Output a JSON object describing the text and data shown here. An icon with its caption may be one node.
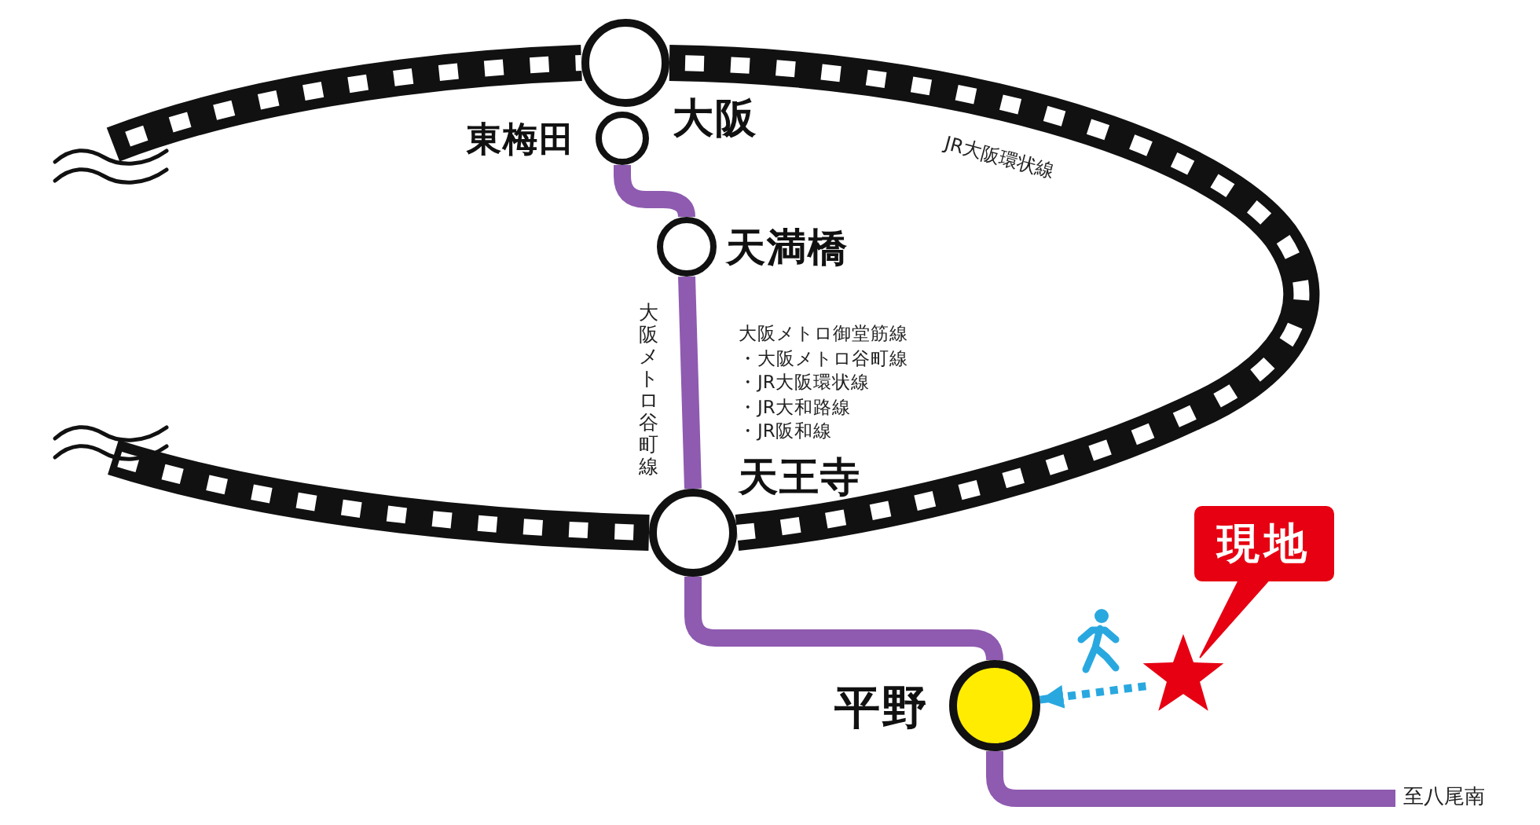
{
  "diagram": {
    "nodes": [
      {
        "text": [
          "大阪"
        ]
      },
      {
        "text": [
          "東梅田"
        ]
      },
      {
        "text": [
          "天満橋"
        ]
      },
      {
        "text": [
          "天王寺"
        ],
        "beside": [
          "大阪メトロ御堂筋線",
          "・大阪メトロ谷町線",
          "・JR大阪環状線",
          "・JR大和路線",
          "・JR阪和線"
        ]
      },
      {
        "text": [
          "平野"
        ]
      },
      {
        "text": [
          "現地"
        ]
      },
      {
        "text": [],
        "shape": "star"
      }
    ],
    "edges": [
      {
        "from": null,
        "to": 0,
        "arrow": "none",
        "style": "thick",
        "color": "#111111"
      },
      {
        "from": 0,
        "to": 3,
        "arrow": "none",
        "label": "JR大阪環状線",
        "style": "thick",
        "color": "#111111"
      },
      {
        "from": 3,
        "to": null,
        "arrow": "none",
        "style": "thick",
        "color": "#111111"
      },
      {
        "from": 1,
        "to": 2,
        "arrow": "none"
      },
      {
        "from": 2,
        "to": 3,
        "arrow": "none",
        "label": "大阪メトロ谷町線"
      },
      {
        "from": 3,
        "to": 4,
        "arrow": "none"
      },
      {
        "from": 4,
        "to": null,
        "arrow": "none",
        "label": "至八尾南"
      },
      {
        "from": 6,
        "to": 4,
        "arrow": "to",
        "style": "dashed",
        "color": "#29a8e0"
      },
      {
        "from": 5,
        "to": 6,
        "arrow": "none",
        "color": "#e60012"
      }
    ]
  }
}
